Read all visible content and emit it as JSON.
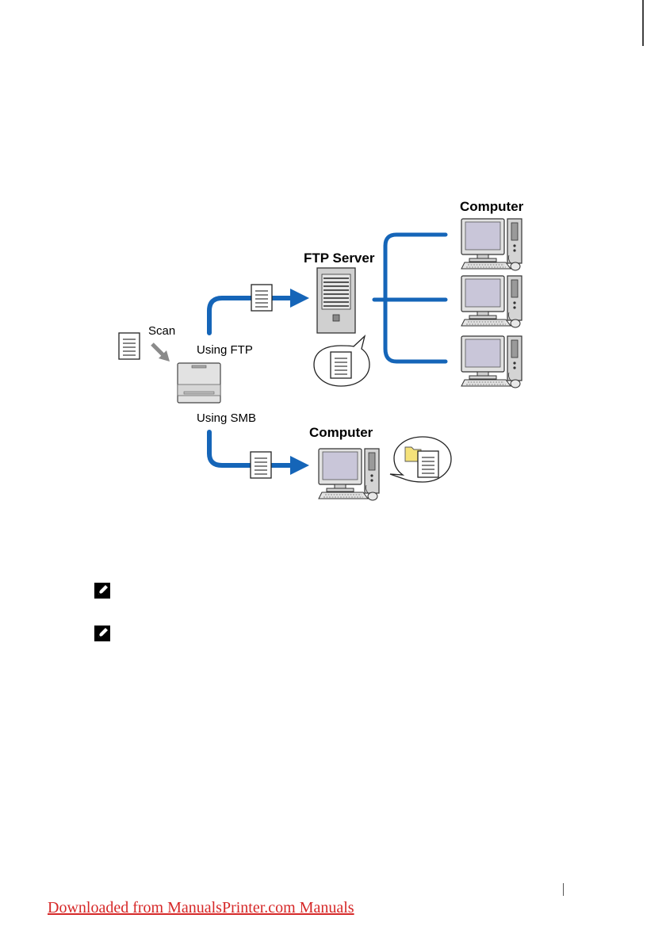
{
  "diagram": {
    "labels": {
      "computer_top": "Computer",
      "ftp_server": "FTP Server",
      "scan": "Scan",
      "using_ftp": "Using FTP",
      "using_smb": "Using SMB",
      "computer_bottom": "Computer"
    },
    "colors": {
      "arrow": "#1565b8",
      "screen": "#c9c6d9",
      "device": "#d7d7d7",
      "folder": "#f5e27a"
    }
  },
  "notes": {
    "icon": "pencil-note-icon"
  },
  "footer": {
    "link_text": "Downloaded from ManualsPrinter.com Manuals"
  }
}
